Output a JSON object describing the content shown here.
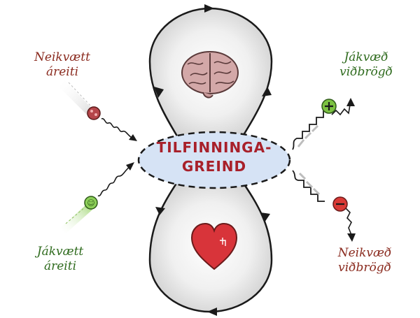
{
  "center": {
    "line1": "TILFINNINGA-",
    "line2": "GREIND"
  },
  "inputs": {
    "negative": {
      "line1": "Neikvætt",
      "line2": "áreiti"
    },
    "positive": {
      "line1": "Jákvætt",
      "line2": "áreiti"
    }
  },
  "outputs": {
    "positive": {
      "line1": "Jákvæð",
      "line2": "viðbrögð"
    },
    "negative": {
      "line1": "Neikvæð",
      "line2": "viðbrögð"
    }
  },
  "icons": {
    "top": "brain-icon",
    "bottom": "heart-icon",
    "plus_badge": "plus-icon",
    "minus_badge": "minus-icon"
  },
  "colors": {
    "negative_text": "#8a2a1e",
    "positive_text": "#2f6b1e",
    "center_text": "#a8202a",
    "center_fill": "#d6e3f5",
    "plus_badge": "#7cc242",
    "minus_badge": "#d93a36",
    "brain": "#d3a8a8",
    "heart": "#d8343a"
  }
}
